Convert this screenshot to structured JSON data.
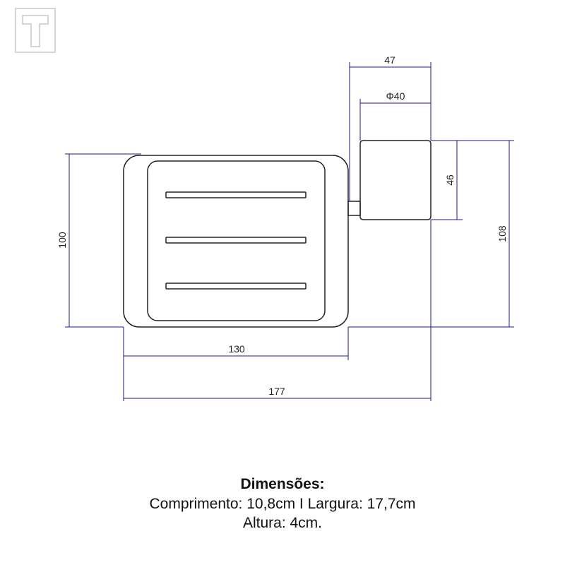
{
  "logo": {
    "letter": "T"
  },
  "dimensions": {
    "d47": "47",
    "d40": "Φ40",
    "d46": "46",
    "d108": "108",
    "d100": "100",
    "d130": "130",
    "d177": "177"
  },
  "caption": {
    "title": "Dimensões:",
    "line1": "Comprimento: 10,8cm I Largura: 17,7cm",
    "line2": "Altura: 4cm."
  },
  "colors": {
    "dimension_line": "#1a1a8c",
    "outline": "#222222",
    "text": "#111111"
  }
}
